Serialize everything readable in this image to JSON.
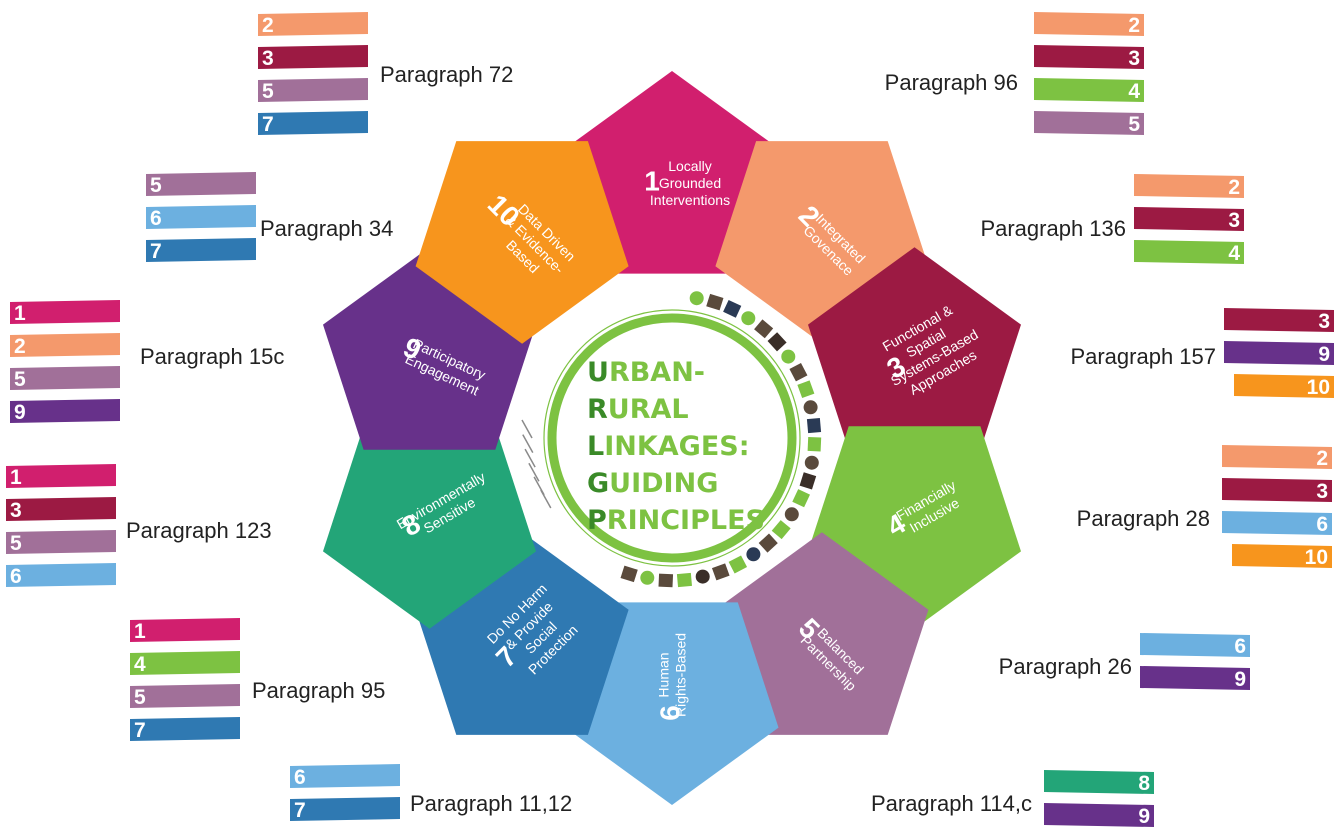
{
  "center": {
    "lines": [
      {
        "lead": "U",
        "rest": "RBAN-"
      },
      {
        "lead": "R",
        "rest": "URAL"
      },
      {
        "lead": "L",
        "rest": "INKAGES:"
      },
      {
        "lead": "G",
        "rest": "UIDING"
      },
      {
        "lead": "P",
        "rest": "RINCIPLES"
      }
    ]
  },
  "principles": [
    {
      "num": "1",
      "lines": [
        "Locally",
        "Grounded",
        "Interventions"
      ],
      "color": "#d11f6e"
    },
    {
      "num": "2",
      "lines": [
        "Integrated",
        "Govenace"
      ],
      "color": "#f4996c"
    },
    {
      "num": "3",
      "lines": [
        "Functional &",
        "Spatial",
        "Systems-Based",
        "Approaches"
      ],
      "color": "#9c1a43"
    },
    {
      "num": "4",
      "lines": [
        "Financially",
        "Inclusive"
      ],
      "color": "#7dc242"
    },
    {
      "num": "5",
      "lines": [
        "Balanced",
        "Partnership"
      ],
      "color": "#a17099"
    },
    {
      "num": "6",
      "lines": [
        "Human",
        "Rights-Based"
      ],
      "color": "#6cb0e0"
    },
    {
      "num": "7",
      "lines": [
        "Do No Harm",
        "& Provide",
        "Social",
        "Protection"
      ],
      "color": "#2f79b2"
    },
    {
      "num": "8",
      "lines": [
        "Environmentally",
        "Sensitive"
      ],
      "color": "#23a578"
    },
    {
      "num": "9",
      "lines": [
        "Participatory",
        "Engagement"
      ],
      "color": "#67318a"
    },
    {
      "num": "10",
      "lines": [
        "Data Driven",
        "& Evidence-",
        "Based"
      ],
      "color": "#f7951d"
    }
  ],
  "paragraph_groups": [
    {
      "label": "Paragraph 72",
      "tags": [
        "2",
        "3",
        "5",
        "7"
      ]
    },
    {
      "label": "Paragraph 96",
      "tags": [
        "2",
        "3",
        "4",
        "5"
      ]
    },
    {
      "label": "Paragraph 34",
      "tags": [
        "5",
        "6",
        "7"
      ]
    },
    {
      "label": "Paragraph 136",
      "tags": [
        "2",
        "3",
        "4"
      ]
    },
    {
      "label": "Paragraph 15c",
      "tags": [
        "1",
        "2",
        "5",
        "9"
      ]
    },
    {
      "label": "Paragraph 157",
      "tags": [
        "3",
        "9",
        "10"
      ]
    },
    {
      "label": "Paragraph 123",
      "tags": [
        "1",
        "3",
        "5",
        "6"
      ]
    },
    {
      "label": "Paragraph 28",
      "tags": [
        "2",
        "3",
        "6",
        "10"
      ]
    },
    {
      "label": "Paragraph 95",
      "tags": [
        "1",
        "4",
        "5",
        "7"
      ]
    },
    {
      "label": "Paragraph 26",
      "tags": [
        "6",
        "9"
      ]
    },
    {
      "label": "Paragraph 11,12",
      "tags": [
        "6",
        "7"
      ]
    },
    {
      "label": "Paragraph 114,c",
      "tags": [
        "8",
        "9"
      ]
    }
  ],
  "tag_colors": {
    "1": "#d11f6e",
    "2": "#f4996c",
    "3": "#9c1a43",
    "4": "#7dc242",
    "5": "#a17099",
    "6": "#6cb0e0",
    "7": "#2f79b2",
    "8": "#23a578",
    "9": "#67318a",
    "10": "#f7951d"
  }
}
